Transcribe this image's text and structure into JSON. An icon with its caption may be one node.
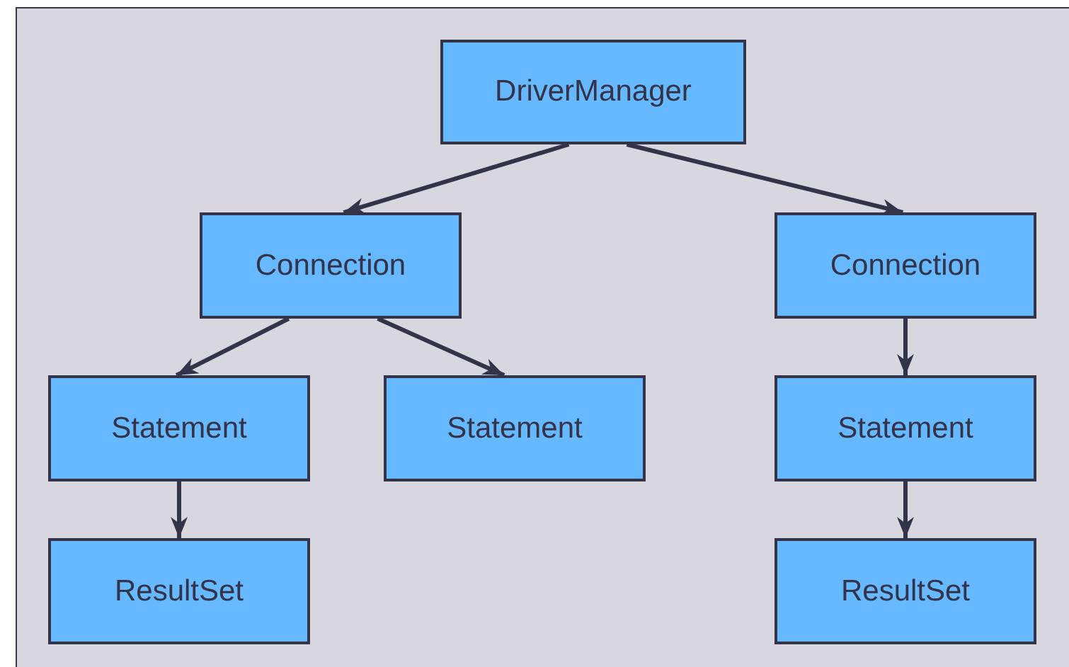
{
  "diagram": {
    "nodes": [
      {
        "text": [
          "DriverManager"
        ]
      },
      {
        "text": [
          "Connection"
        ]
      },
      {
        "text": [
          "Connection"
        ]
      },
      {
        "text": [
          "Statement"
        ]
      },
      {
        "text": [
          "Statement"
        ]
      },
      {
        "text": [
          "Statement"
        ]
      },
      {
        "text": [
          "ResultSet"
        ]
      },
      {
        "text": [
          "ResultSet"
        ]
      }
    ],
    "edges": [
      {
        "from": 0,
        "to": 1,
        "arrow": "to"
      },
      {
        "from": 0,
        "to": 2,
        "arrow": "to"
      },
      {
        "from": 1,
        "to": 3,
        "arrow": "to"
      },
      {
        "from": 1,
        "to": 4,
        "arrow": "to"
      },
      {
        "from": 2,
        "to": 5,
        "arrow": "to"
      },
      {
        "from": 3,
        "to": 6,
        "arrow": "to"
      },
      {
        "from": 5,
        "to": 7,
        "arrow": "to"
      }
    ]
  }
}
